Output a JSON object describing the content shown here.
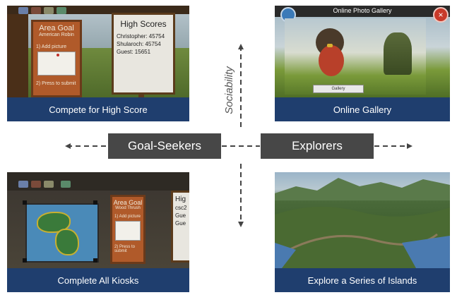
{
  "panels": {
    "top_left": {
      "caption": "Compete for High Score",
      "area_goal_title": "Area Goal",
      "area_goal_subtitle": "American Robin",
      "add_picture": "1) Add picture",
      "press_submit": "2) Press to submit",
      "high_scores_title": "High Scores",
      "scores": [
        "Christopher: 45754",
        "Shularoch: 45754",
        "Guest: 15651"
      ]
    },
    "top_right": {
      "caption": "Online Gallery",
      "gallery_title": "Online Photo Gallery",
      "gallery_button": "Gallery"
    },
    "bottom_left": {
      "caption": "Complete All Kiosks",
      "area_goal_title": "Area Goal",
      "area_goal_subtitle": "Wood Thrush",
      "add_picture": "1) Add picture",
      "press_submit": "2) Press to submit",
      "side_sign_lines": [
        "Hig",
        "csc2",
        "Gue",
        "Gue"
      ]
    },
    "bottom_right": {
      "caption": "Explore a Series of Islands"
    }
  },
  "axes": {
    "horizontal_left_label": "Goal-Seekers",
    "horizontal_right_label": "Explorers",
    "vertical_label": "Sociability"
  },
  "colors": {
    "caption_bg": "#1f3e6e",
    "label_box_bg": "#474747",
    "arrow": "#444444"
  }
}
